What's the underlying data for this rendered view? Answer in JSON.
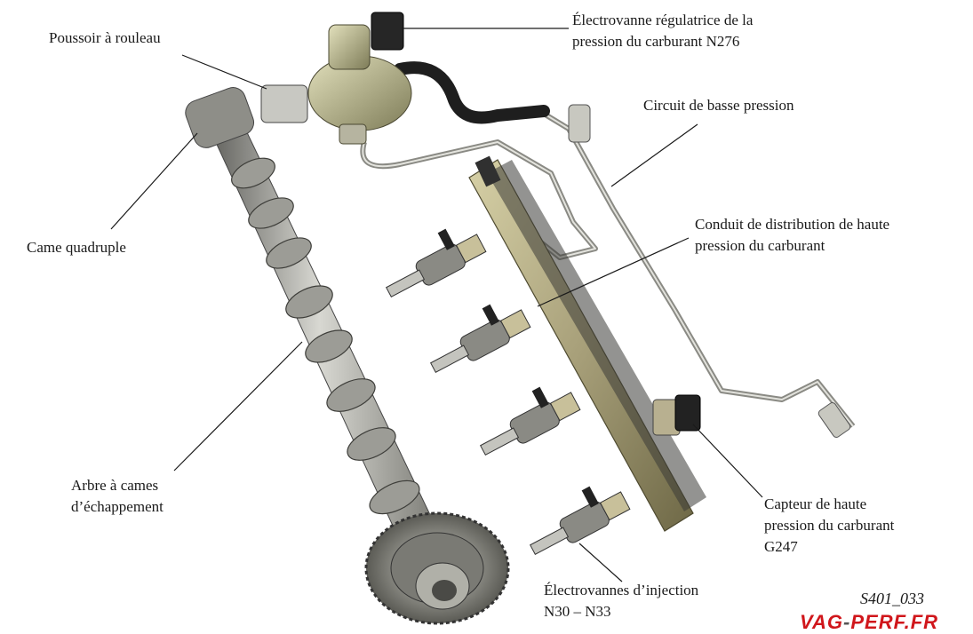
{
  "labels": {
    "solenoid": [
      "Électrovanne régulatrice de la",
      "pression du carburant N276"
    ],
    "roller": [
      "Poussoir à rouleau"
    ],
    "low_pressure": [
      "Circuit de basse pression"
    ],
    "rail": [
      "Conduit de distribution de haute",
      "pression du carburant"
    ],
    "cam": [
      "Came quadruple"
    ],
    "camshaft": [
      "Arbre à cames",
      "d’échappement"
    ],
    "sensor": [
      "Capteur de haute",
      "pression du carburant",
      "G247"
    ],
    "injectors": [
      "Électrovannes d’injection",
      "N30 – N33"
    ]
  },
  "figure_code": "S401_033",
  "watermark": {
    "part1": "VAG",
    "sep": "-",
    "part2": "PERF.FR"
  },
  "colors": {
    "brand": "#d0161b",
    "metal": "#9a9a92",
    "rail": "#a8a07a",
    "hose": "#1e1e1e",
    "pump": "#b4b48c"
  }
}
